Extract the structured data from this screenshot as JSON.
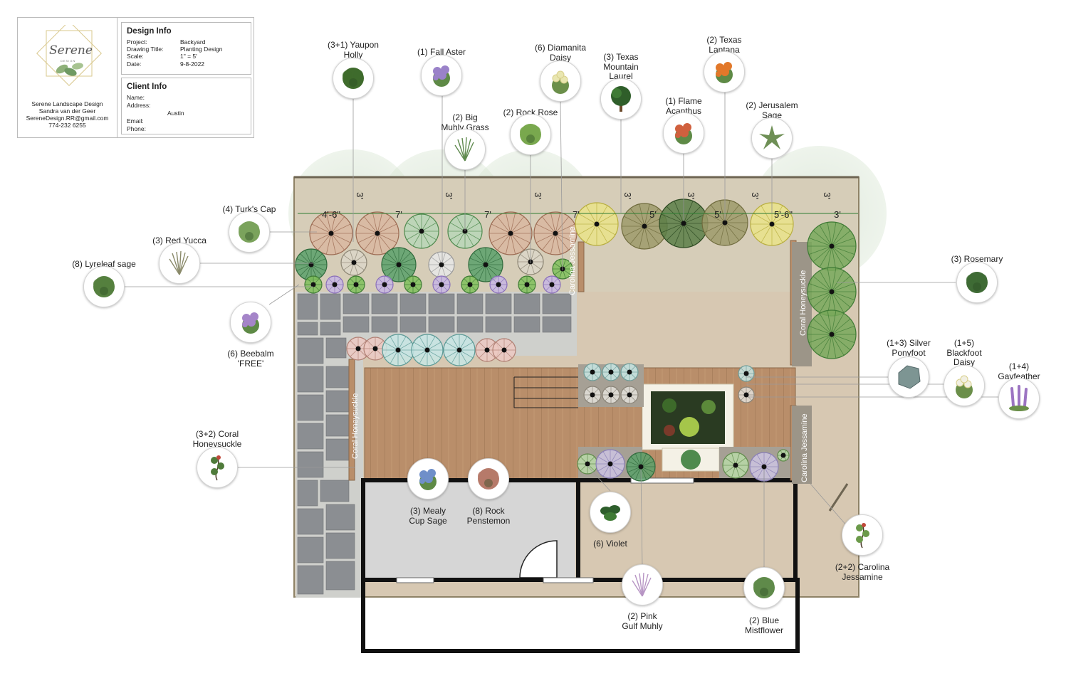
{
  "title_block": {
    "logo_text": "Serene",
    "logo_subtext": "DESIGN",
    "company": {
      "name": "Serene Landscape Design",
      "person": "Sandra van der Geer",
      "email": "SereneDesign.RR@gmail.com",
      "phone": "774-232 6255"
    },
    "design_info": {
      "heading": "Design Info",
      "rows": [
        {
          "label": "Project:",
          "value": "Backyard"
        },
        {
          "label": "Drawing Title:",
          "value": "Planting Design"
        },
        {
          "label": "Scale:",
          "value": "1\" = 5'"
        },
        {
          "label": "Date:",
          "value": "9-8-2022"
        }
      ]
    },
    "client_info": {
      "heading": "Client Info",
      "rows": [
        {
          "label": "Name:",
          "value": ""
        },
        {
          "label": "Address:",
          "value": ""
        },
        {
          "label": "",
          "value": "Austin"
        },
        {
          "label": "Email:",
          "value": ""
        },
        {
          "label": "Phone:",
          "value": ""
        }
      ]
    }
  },
  "plant_callouts": [
    {
      "id": "yaupon",
      "lines": [
        "(3+1) Yaupon",
        "Holly"
      ],
      "icon": "shrub-icon",
      "color": "#3f6b2c"
    },
    {
      "id": "fall-aster",
      "lines": [
        "(1) Fall Aster"
      ],
      "icon": "flower-icon",
      "color": "#9a82c9"
    },
    {
      "id": "diamanita",
      "lines": [
        "(6) Diamanita",
        "Daisy"
      ],
      "icon": "daisy-icon",
      "color": "#e9e6b0"
    },
    {
      "id": "mountain-laurel",
      "lines": [
        "(3) Texas",
        "Mountain",
        "Laurel"
      ],
      "icon": "tree-icon",
      "color": "#2f5e2a"
    },
    {
      "id": "texas-lantana",
      "lines": [
        "(2) Texas",
        "Lantana"
      ],
      "icon": "flower-icon",
      "color": "#e2782a"
    },
    {
      "id": "big-muhly",
      "lines": [
        "(2) Big",
        "Muhly Grass"
      ],
      "icon": "grass-icon",
      "color": "#5f8a4e"
    },
    {
      "id": "rock-rose",
      "lines": [
        "(2) Rock Rose"
      ],
      "icon": "shrub-icon",
      "color": "#79a84e"
    },
    {
      "id": "flame-acanthus",
      "lines": [
        "(1) Flame",
        "Acanthus"
      ],
      "icon": "flower-icon",
      "color": "#d0603e"
    },
    {
      "id": "jerusalem-sage",
      "lines": [
        "(2) Jerusalem",
        "Sage"
      ],
      "icon": "star-plant-icon",
      "color": "#6e8f55"
    },
    {
      "id": "turks-cap",
      "lines": [
        "(4) Turk's Cap"
      ],
      "icon": "shrub-icon",
      "color": "#7ba35c"
    },
    {
      "id": "red-yucca",
      "lines": [
        "(3) Red Yucca"
      ],
      "icon": "grass-icon",
      "color": "#8a8a6a"
    },
    {
      "id": "lyreleaf",
      "lines": [
        "(8) Lyreleaf sage"
      ],
      "icon": "shrub-icon",
      "color": "#55803f"
    },
    {
      "id": "beebalm",
      "lines": [
        "(6) Beebalm",
        "'FREE'"
      ],
      "icon": "flower-icon",
      "color": "#a585c9"
    },
    {
      "id": "coral-honeysuckle",
      "lines": [
        "(3+2) Coral",
        "Honeysuckle"
      ],
      "icon": "vine-icon",
      "color": "#4f7b3a"
    },
    {
      "id": "mealy-sage",
      "lines": [
        "(3) Mealy",
        "Cup Sage"
      ],
      "icon": "flower-icon",
      "color": "#6f8fc9"
    },
    {
      "id": "rock-penstemon",
      "lines": [
        "(8) Rock",
        "Penstemon"
      ],
      "icon": "shrub-icon",
      "color": "#b67a6a"
    },
    {
      "id": "violet",
      "lines": [
        "(6) Violet"
      ],
      "icon": "leaf-icon",
      "color": "#2e5e2c"
    },
    {
      "id": "pink-muhly",
      "lines": [
        "(2) Pink",
        "Gulf Muhly"
      ],
      "icon": "grass-icon",
      "color": "#b795c4"
    },
    {
      "id": "blue-mistflower",
      "lines": [
        "(2) Blue",
        "Mistflower"
      ],
      "icon": "shrub-icon",
      "color": "#5f8a4a"
    },
    {
      "id": "rosemary",
      "lines": [
        "(3) Rosemary"
      ],
      "icon": "shrub-icon",
      "color": "#3f6b35"
    },
    {
      "id": "ponyfoot",
      "lines": [
        "(1+3) Silver",
        "Ponyfoot"
      ],
      "icon": "stone-icon",
      "color": "#7d9593"
    },
    {
      "id": "blackfoot",
      "lines": [
        "(1+5)",
        "Blackfoot",
        "Daisy"
      ],
      "icon": "daisy-icon",
      "color": "#f1efe2"
    },
    {
      "id": "gayfeather",
      "lines": [
        "(1+4)",
        "Gayfeather"
      ],
      "icon": "spike-icon",
      "color": "#9c74c2"
    },
    {
      "id": "carolina-jessamine",
      "lines": [
        "(2+2) Carolina",
        "Jessamine"
      ],
      "icon": "vine-icon",
      "color": "#6b9a4a"
    }
  ],
  "plan_labels": {
    "vine_labels": [
      "Carolina Jessamine",
      "Coral Honeysuckle",
      "Coral Honeysuckle",
      "Carolina Jessamine"
    ],
    "dimensions": [
      "4'-6\"",
      "7'",
      "7'",
      "7'",
      "5'",
      "5'",
      "5'-6\"",
      "3'",
      "3'",
      "3'",
      "3'",
      "3'",
      "3'",
      "3'"
    ]
  },
  "colors": {
    "fence": "#8e8266",
    "patio": "#d7c8b2",
    "deck": "#b98e6a",
    "pavers": "#8b8e92",
    "concrete": "#d6d6d6",
    "house_wall": "#111111"
  }
}
